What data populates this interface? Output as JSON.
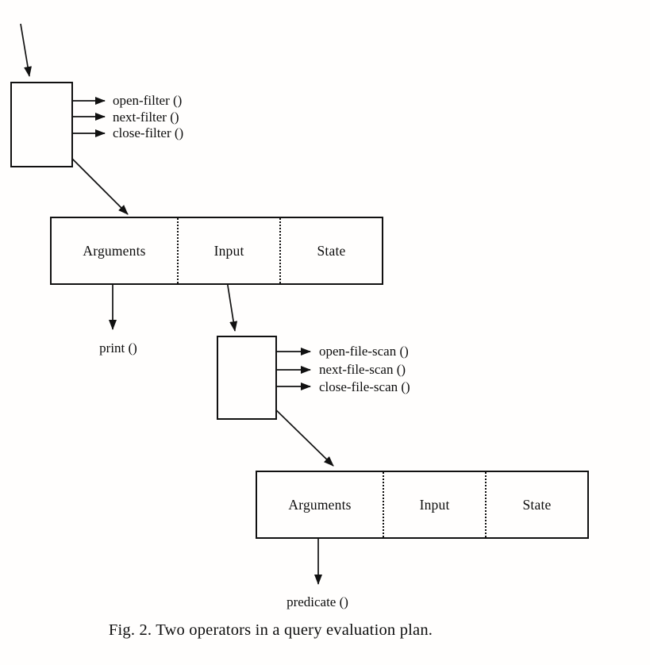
{
  "diagram": {
    "operator_filter": {
      "methods": [
        "open-filter ()",
        "next-filter ()",
        "close-filter ()"
      ],
      "record_cells": [
        "Arguments",
        "Input",
        "State"
      ],
      "argument_function": "print ()"
    },
    "operator_file_scan": {
      "methods": [
        "open-file-scan ()",
        "next-file-scan ()",
        "close-file-scan ()"
      ],
      "record_cells": [
        "Arguments",
        "Input",
        "State"
      ],
      "argument_function": "predicate ()"
    },
    "caption": "Fig. 2. Two operators in a query evaluation plan."
  }
}
